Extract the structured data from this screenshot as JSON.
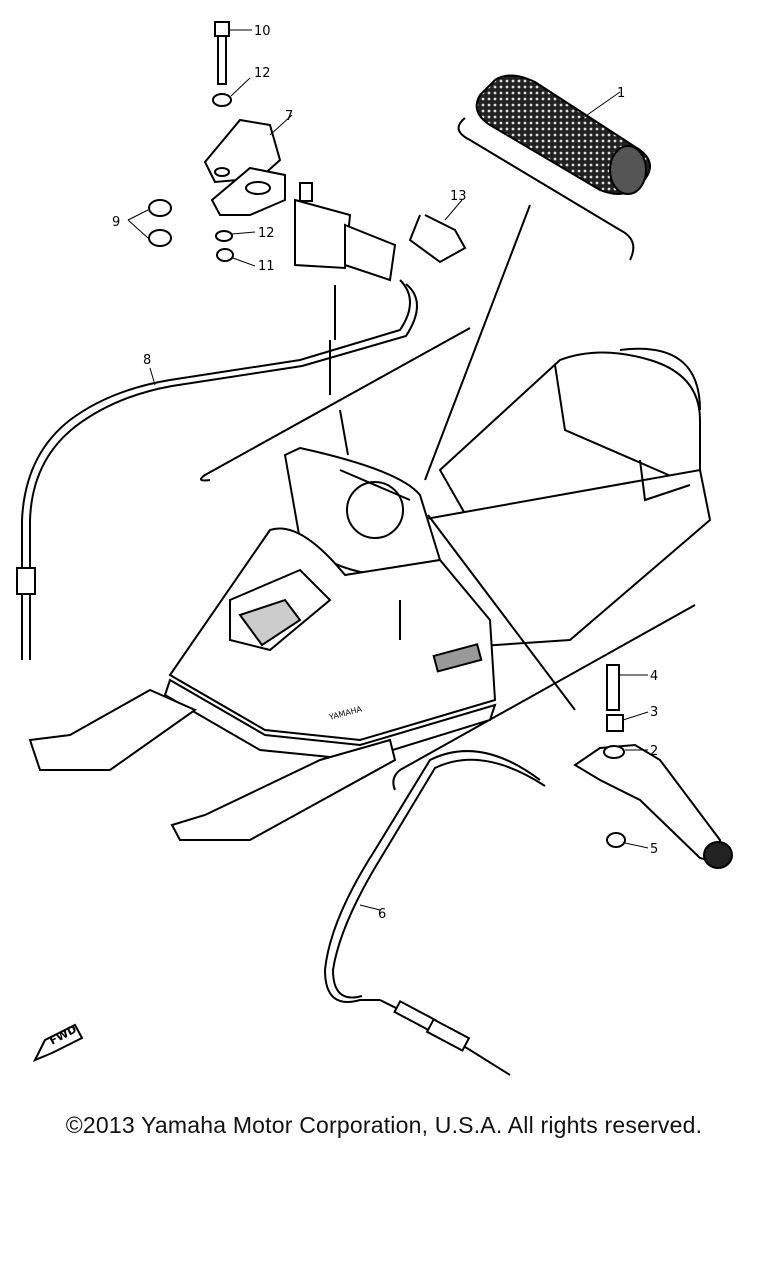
{
  "diagram": {
    "callouts": [
      "1",
      "2",
      "3",
      "4",
      "5",
      "6",
      "7",
      "8",
      "9",
      "10",
      "11",
      "12",
      "12",
      "13"
    ],
    "fwd_mark": "FWD",
    "hood_badge": "YAMAHA"
  },
  "footer": {
    "copyright": "©2013 Yamaha Motor Corporation, U.S.A. All rights reserved."
  }
}
